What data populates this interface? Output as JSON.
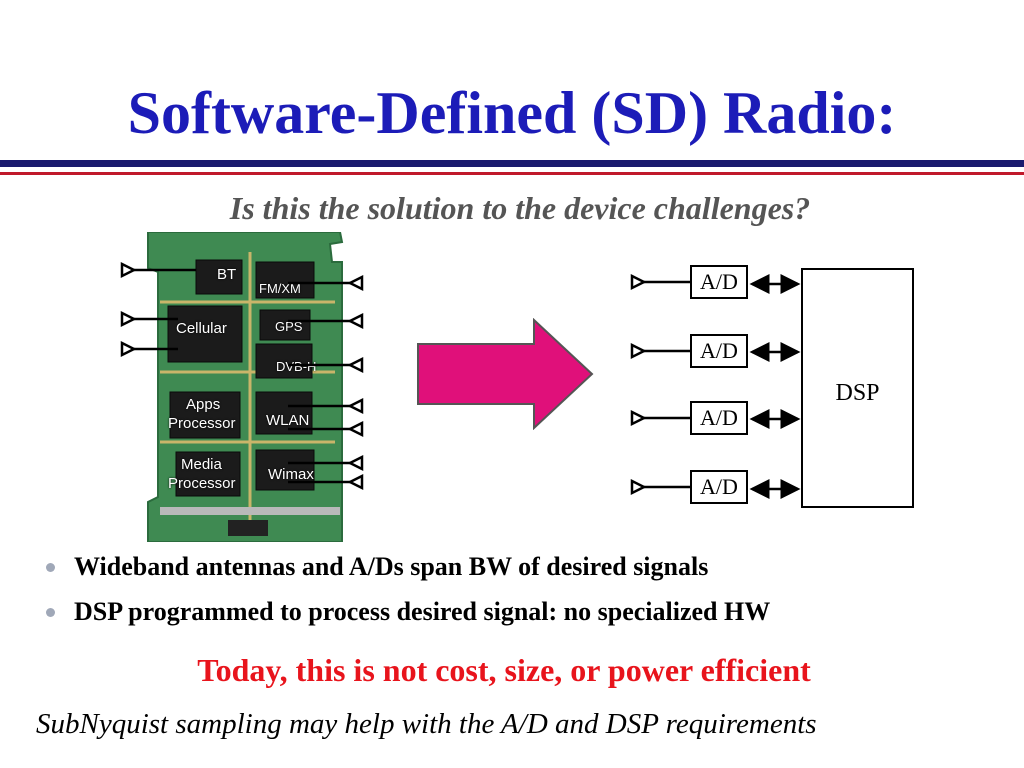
{
  "title": "Software-Defined (SD) Radio:",
  "subtitle": "Is this the solution to the device challenges?",
  "pcb": {
    "chips": {
      "bt": "BT",
      "fmxm": "FM/XM",
      "cellular": "Cellular",
      "gps": "GPS",
      "dvbh": "DVB-H",
      "apps_line1": "Apps",
      "apps_line2": "Processor",
      "wlan": "WLAN",
      "media_line1": "Media",
      "media_line2": "Processor",
      "wimax": "Wimax"
    }
  },
  "diagram": {
    "ad_labels": [
      "A/D",
      "A/D",
      "A/D",
      "A/D"
    ],
    "dsp_label": "DSP"
  },
  "colors": {
    "title": "#1c1cb8",
    "arrow_fill": "#e0107a",
    "emphasis_red": "#e8141c",
    "pcb_green": "#3f8a52"
  },
  "bullets": [
    "Wideband antennas and A/Ds span BW of desired signals",
    "DSP programmed to process desired signal: no specialized HW"
  ],
  "red_note": "Today, this is not cost, size, or power efficient",
  "foot_note": "SubNyquist sampling may help with the A/D and DSP requirements"
}
